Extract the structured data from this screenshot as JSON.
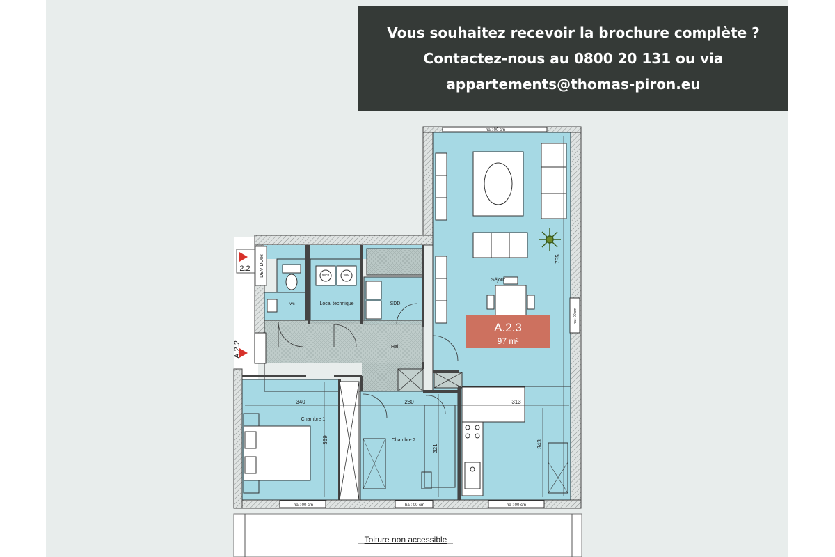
{
  "banner": {
    "line1": "Vous souhaitez recevoir la brochure complète ?",
    "line2": "Contactez-nous au 0800 20 131 ou via",
    "line3": "appartements@thomas-piron.eu"
  },
  "unit": {
    "id": "A.2.3",
    "area": "97 m²",
    "color": "#cd715f"
  },
  "rooms": {
    "sejour": "Séjour",
    "wc": "wc",
    "local_technique": "Local technique",
    "sdd": "SDD",
    "hall": "Hall",
    "chambre1": "Chambre 1",
    "chambre2": "Chambre 2",
    "sech": "sech",
    "wm": "WM",
    "devidoir": "DEVIDOIR"
  },
  "dimensions": {
    "d755": "755",
    "d340": "340",
    "d280": "280",
    "d313": "313",
    "d359": "359",
    "d321": "321",
    "d343": "343"
  },
  "windows": {
    "top": "ha : 00 cm",
    "right": "ha : 00 cm",
    "bottom1": "ha : 00 cm",
    "bottom2": "ha : 00 cm",
    "bottom3": "ha : 00 cm"
  },
  "neighbors": {
    "upper": "2.2",
    "lower": "A.2.2"
  },
  "footer": {
    "roof": "Toiture non accessible"
  },
  "colors": {
    "room_fill": "#a6d9e4",
    "wall": "#555555",
    "hatch": "#c9d6d4",
    "banner_bg": "#353a37"
  }
}
